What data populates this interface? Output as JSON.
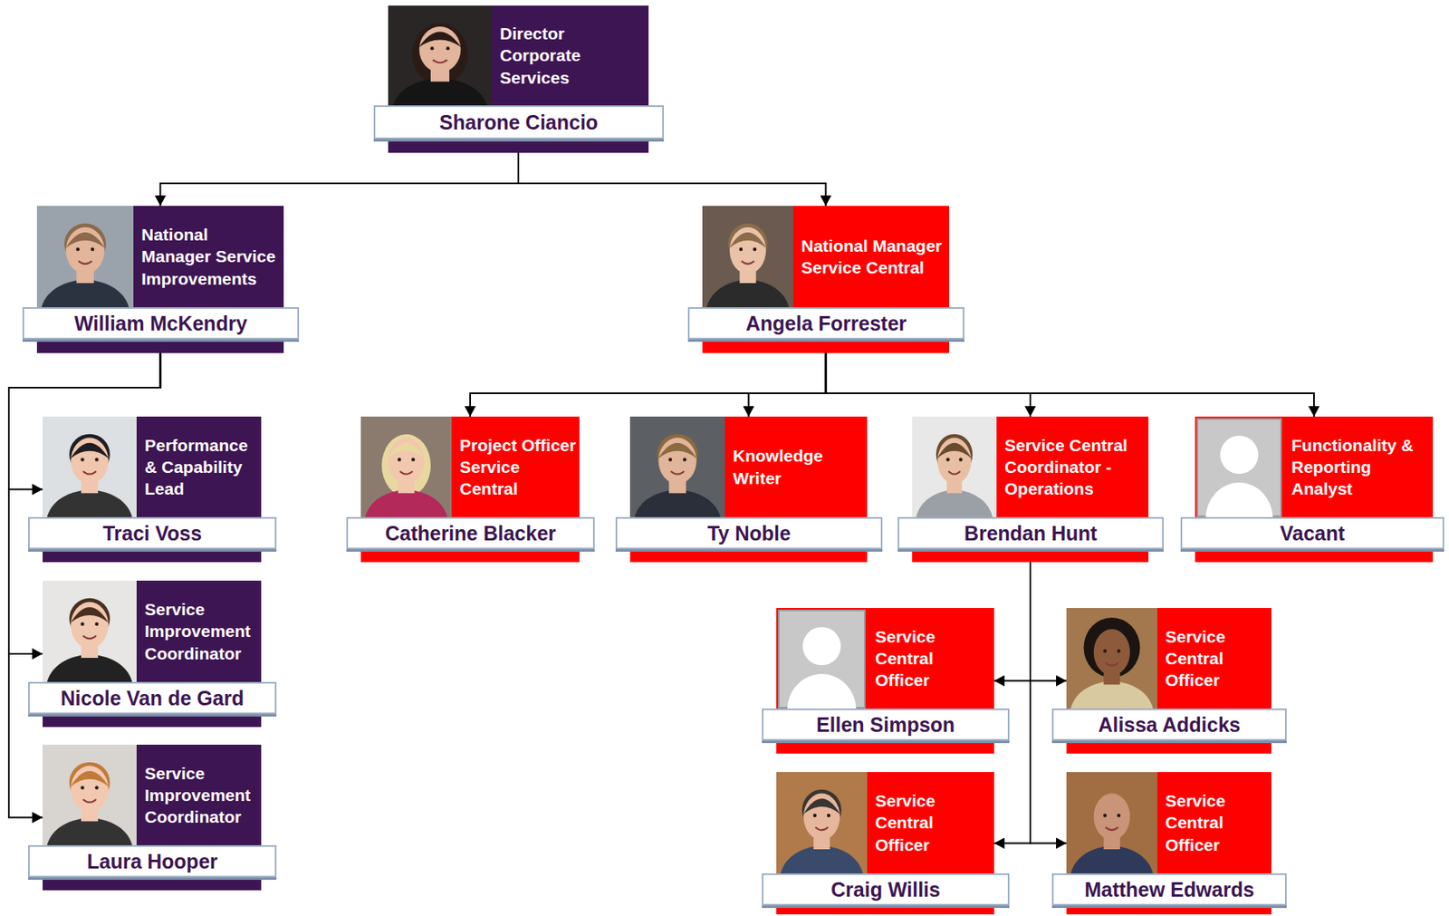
{
  "diagram": {
    "nodes": [
      {
        "text": [
          "Director Corporate Services",
          "Sharone Ciancio"
        ]
      },
      {
        "text": [
          "National Manager Service Improvements",
          "William McKendry"
        ]
      },
      {
        "text": [
          "National Manager Service Central",
          "Angela Forrester"
        ]
      },
      {
        "text": [
          "Performance & Capability Lead",
          "Traci Voss"
        ]
      },
      {
        "text": [
          "Project Officer Service Central",
          "Catherine Blacker"
        ]
      },
      {
        "text": [
          "Knowledge Writer",
          "Ty Noble"
        ]
      },
      {
        "text": [
          "Service Central Coordinator - Operations",
          "Brendan Hunt"
        ]
      },
      {
        "text": [
          "Functionality & Reporting Analyst",
          "Vacant"
        ]
      },
      {
        "text": [
          "Service Improvement Coordinator",
          "Nicole Van de Gard"
        ]
      },
      {
        "text": [
          "Service Central Officer",
          "Ellen Simpson"
        ]
      },
      {
        "text": [
          "Service Central Officer",
          "Alissa Addicks"
        ]
      },
      {
        "text": [
          "Service Improvement Coordinator",
          "Laura Hooper"
        ]
      },
      {
        "text": [
          "Service Central Officer",
          "Craig Willis"
        ]
      },
      {
        "text": [
          "Service Central Officer",
          "Matthew Edwards"
        ]
      }
    ],
    "edges": [
      {
        "from": 0,
        "to": 1,
        "arrow": "to"
      },
      {
        "from": 0,
        "to": 2,
        "arrow": "to"
      },
      {
        "from": 1,
        "to": 3,
        "arrow": "to"
      },
      {
        "from": 1,
        "to": 8,
        "arrow": "to"
      },
      {
        "from": 1,
        "to": 11,
        "arrow": "to"
      },
      {
        "from": 2,
        "to": 4,
        "arrow": "to"
      },
      {
        "from": 2,
        "to": 5,
        "arrow": "to"
      },
      {
        "from": 2,
        "to": 6,
        "arrow": "to"
      },
      {
        "from": 2,
        "to": 7,
        "arrow": "to"
      },
      {
        "from": 6,
        "to": 9,
        "arrow": "to"
      },
      {
        "from": 6,
        "to": 10,
        "arrow": "to"
      },
      {
        "from": 6,
        "to": 12,
        "arrow": "to"
      },
      {
        "from": 6,
        "to": 13,
        "arrow": "to"
      }
    ]
  }
}
